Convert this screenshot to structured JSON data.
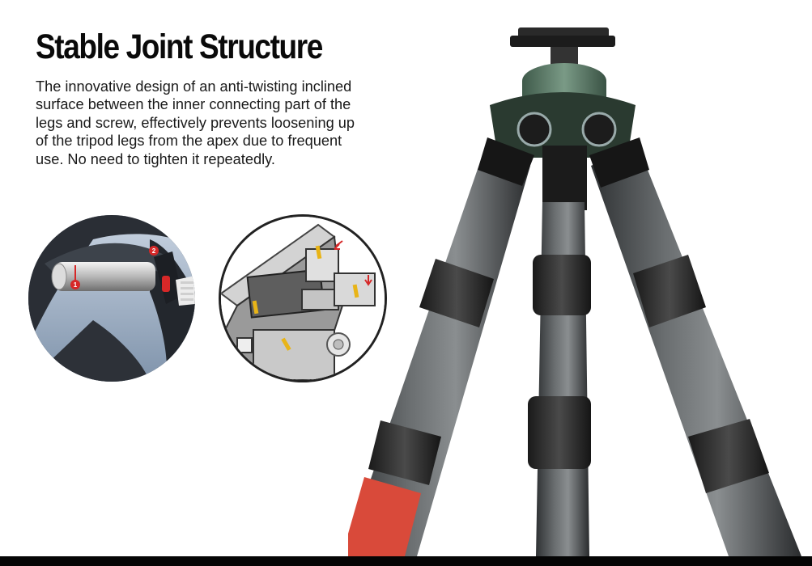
{
  "header": {
    "title": "Stable Joint Structure"
  },
  "description": {
    "lines": [
      "The innovative design of an anti-twisting inclined",
      "surface between the inner connecting part of the",
      "legs and screw, effectively prevents loosening up",
      "of the tripod legs from the apex due to frequent",
      "use. No need to tighten it repeatedly."
    ]
  },
  "detail_left": {
    "markers": [
      "1",
      "2"
    ]
  },
  "colors": {
    "accent_red": "#d62828",
    "yellow_gasket": "#e8b417",
    "carbon": "#4a4e50",
    "head_green": "#5a7a66"
  }
}
